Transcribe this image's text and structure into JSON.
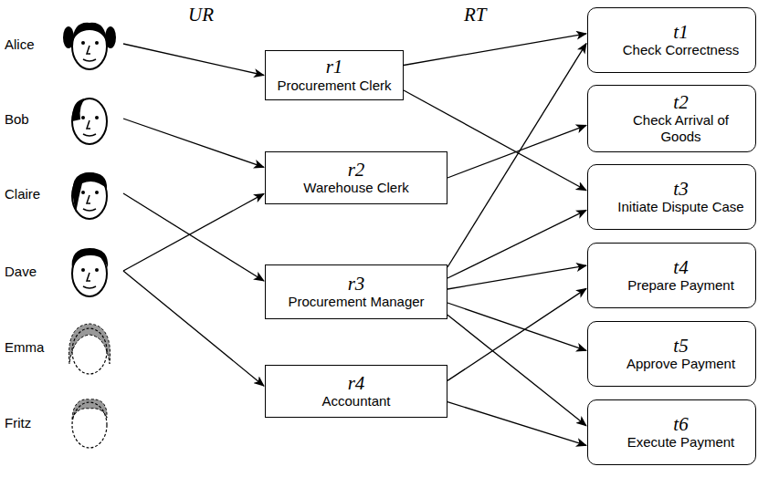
{
  "diagram": {
    "nodes": [
      {
        "text": [
          "Alice"
        ]
      },
      {
        "text": [
          "Bob"
        ]
      },
      {
        "text": [
          "Claire"
        ]
      },
      {
        "text": [
          "Dave"
        ]
      },
      {
        "text": [
          "Emma"
        ]
      },
      {
        "text": [
          "Fritz"
        ]
      },
      {
        "text": [
          "r1",
          "Procurement Clerk"
        ]
      },
      {
        "text": [
          "r2",
          "Warehouse Clerk"
        ]
      },
      {
        "text": [
          "r3",
          "Procurement Manager"
        ]
      },
      {
        "text": [
          "r4",
          "Accountant"
        ]
      },
      {
        "text": [
          "t1",
          "Check Correctness"
        ]
      },
      {
        "text": [
          "t2",
          "Check Arrival of Goods"
        ]
      },
      {
        "text": [
          "t3",
          "Initiate Dispute Case"
        ]
      },
      {
        "text": [
          "t4",
          "Prepare Payment"
        ]
      },
      {
        "text": [
          "t5",
          "Approve Payment"
        ]
      },
      {
        "text": [
          "t6",
          "Execute Payment"
        ]
      }
    ],
    "edges": [
      {
        "from": 0,
        "to": 6,
        "arrow": "to"
      },
      {
        "from": 1,
        "to": 7,
        "arrow": "to"
      },
      {
        "from": 2,
        "to": 8,
        "arrow": "to"
      },
      {
        "from": 3,
        "to": 7,
        "arrow": "to"
      },
      {
        "from": 3,
        "to": 9,
        "arrow": "to"
      },
      {
        "from": 6,
        "to": 10,
        "arrow": "to"
      },
      {
        "from": 6,
        "to": 12,
        "arrow": "to"
      },
      {
        "from": 7,
        "to": 11,
        "arrow": "to"
      },
      {
        "from": 8,
        "to": 10,
        "arrow": "to"
      },
      {
        "from": 8,
        "to": 12,
        "arrow": "to"
      },
      {
        "from": 8,
        "to": 13,
        "arrow": "to"
      },
      {
        "from": 8,
        "to": 14,
        "arrow": "to"
      },
      {
        "from": 8,
        "to": 15,
        "arrow": "to"
      },
      {
        "from": 9,
        "to": 13,
        "arrow": "to"
      },
      {
        "from": 9,
        "to": 15,
        "arrow": "to"
      }
    ],
    "labels": [
      "UR",
      "RT"
    ]
  }
}
